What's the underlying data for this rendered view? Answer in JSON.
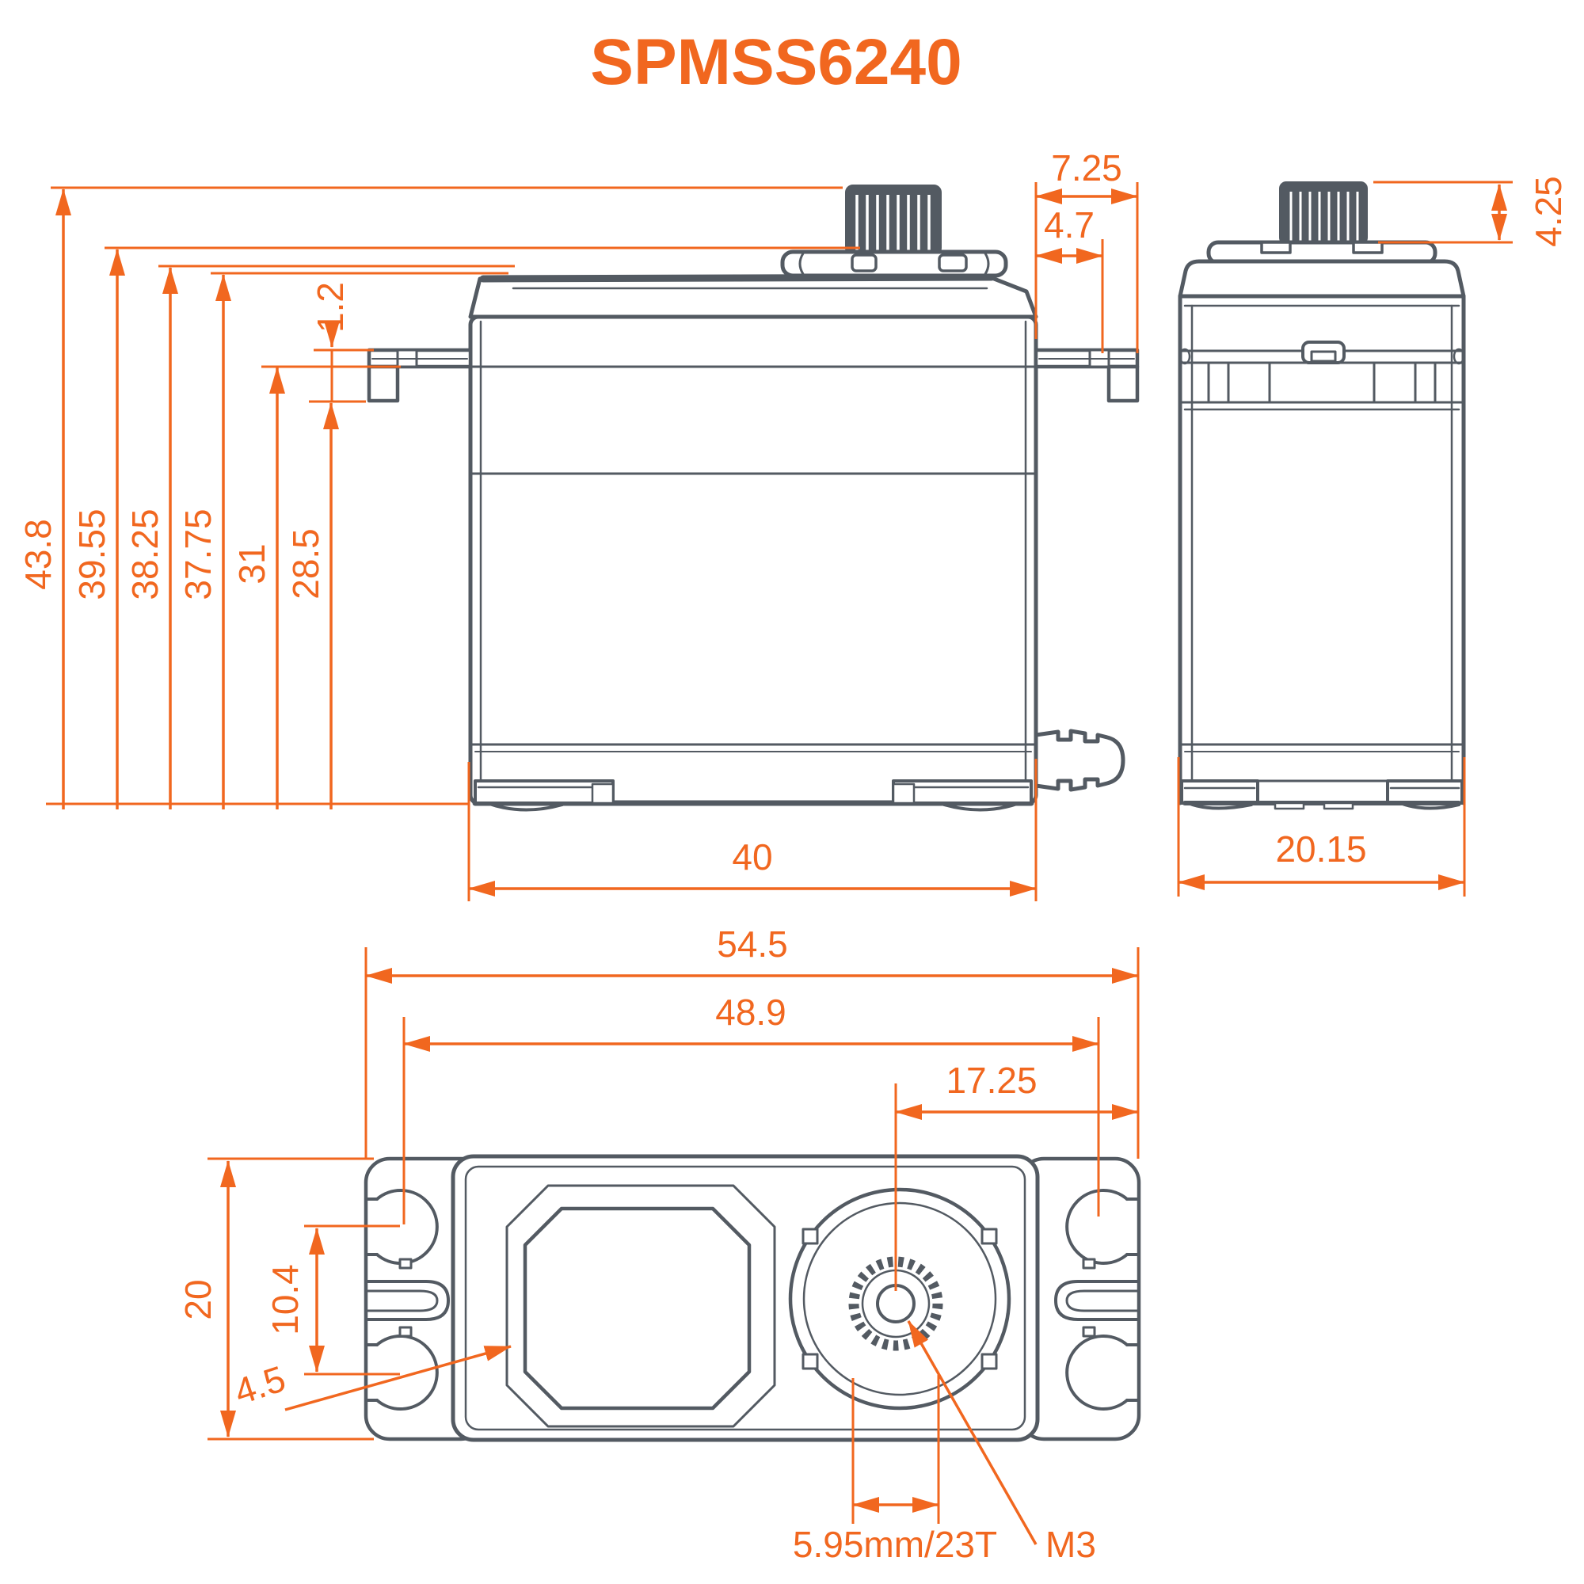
{
  "title": "SPMSS6240",
  "colors": {
    "accent": "#F1671F",
    "line": "#535A62"
  },
  "dims": {
    "front": {
      "overall_height": "43.8",
      "height_to_case_top": "39.55",
      "height_upper_seam": "38.25",
      "height_lower_seam": "37.75",
      "height_to_tab_top": "31",
      "height_to_tab_bottom": "28.5",
      "tab_thickness": "1.2",
      "case_length": "40",
      "tab_overhang": "7.25",
      "mount_hole_offset": "4.7"
    },
    "side": {
      "spline_height": "4.25",
      "case_width": "20.15"
    },
    "top": {
      "overall_length": "54.5",
      "mount_hole_span": "48.9",
      "spline_to_edge": "17.25",
      "case_width": "20",
      "hole_row_spacing": "10.4",
      "edge_offset": "4.5",
      "spline_spec": "5.95mm/23T",
      "screw_size": "M3"
    }
  }
}
